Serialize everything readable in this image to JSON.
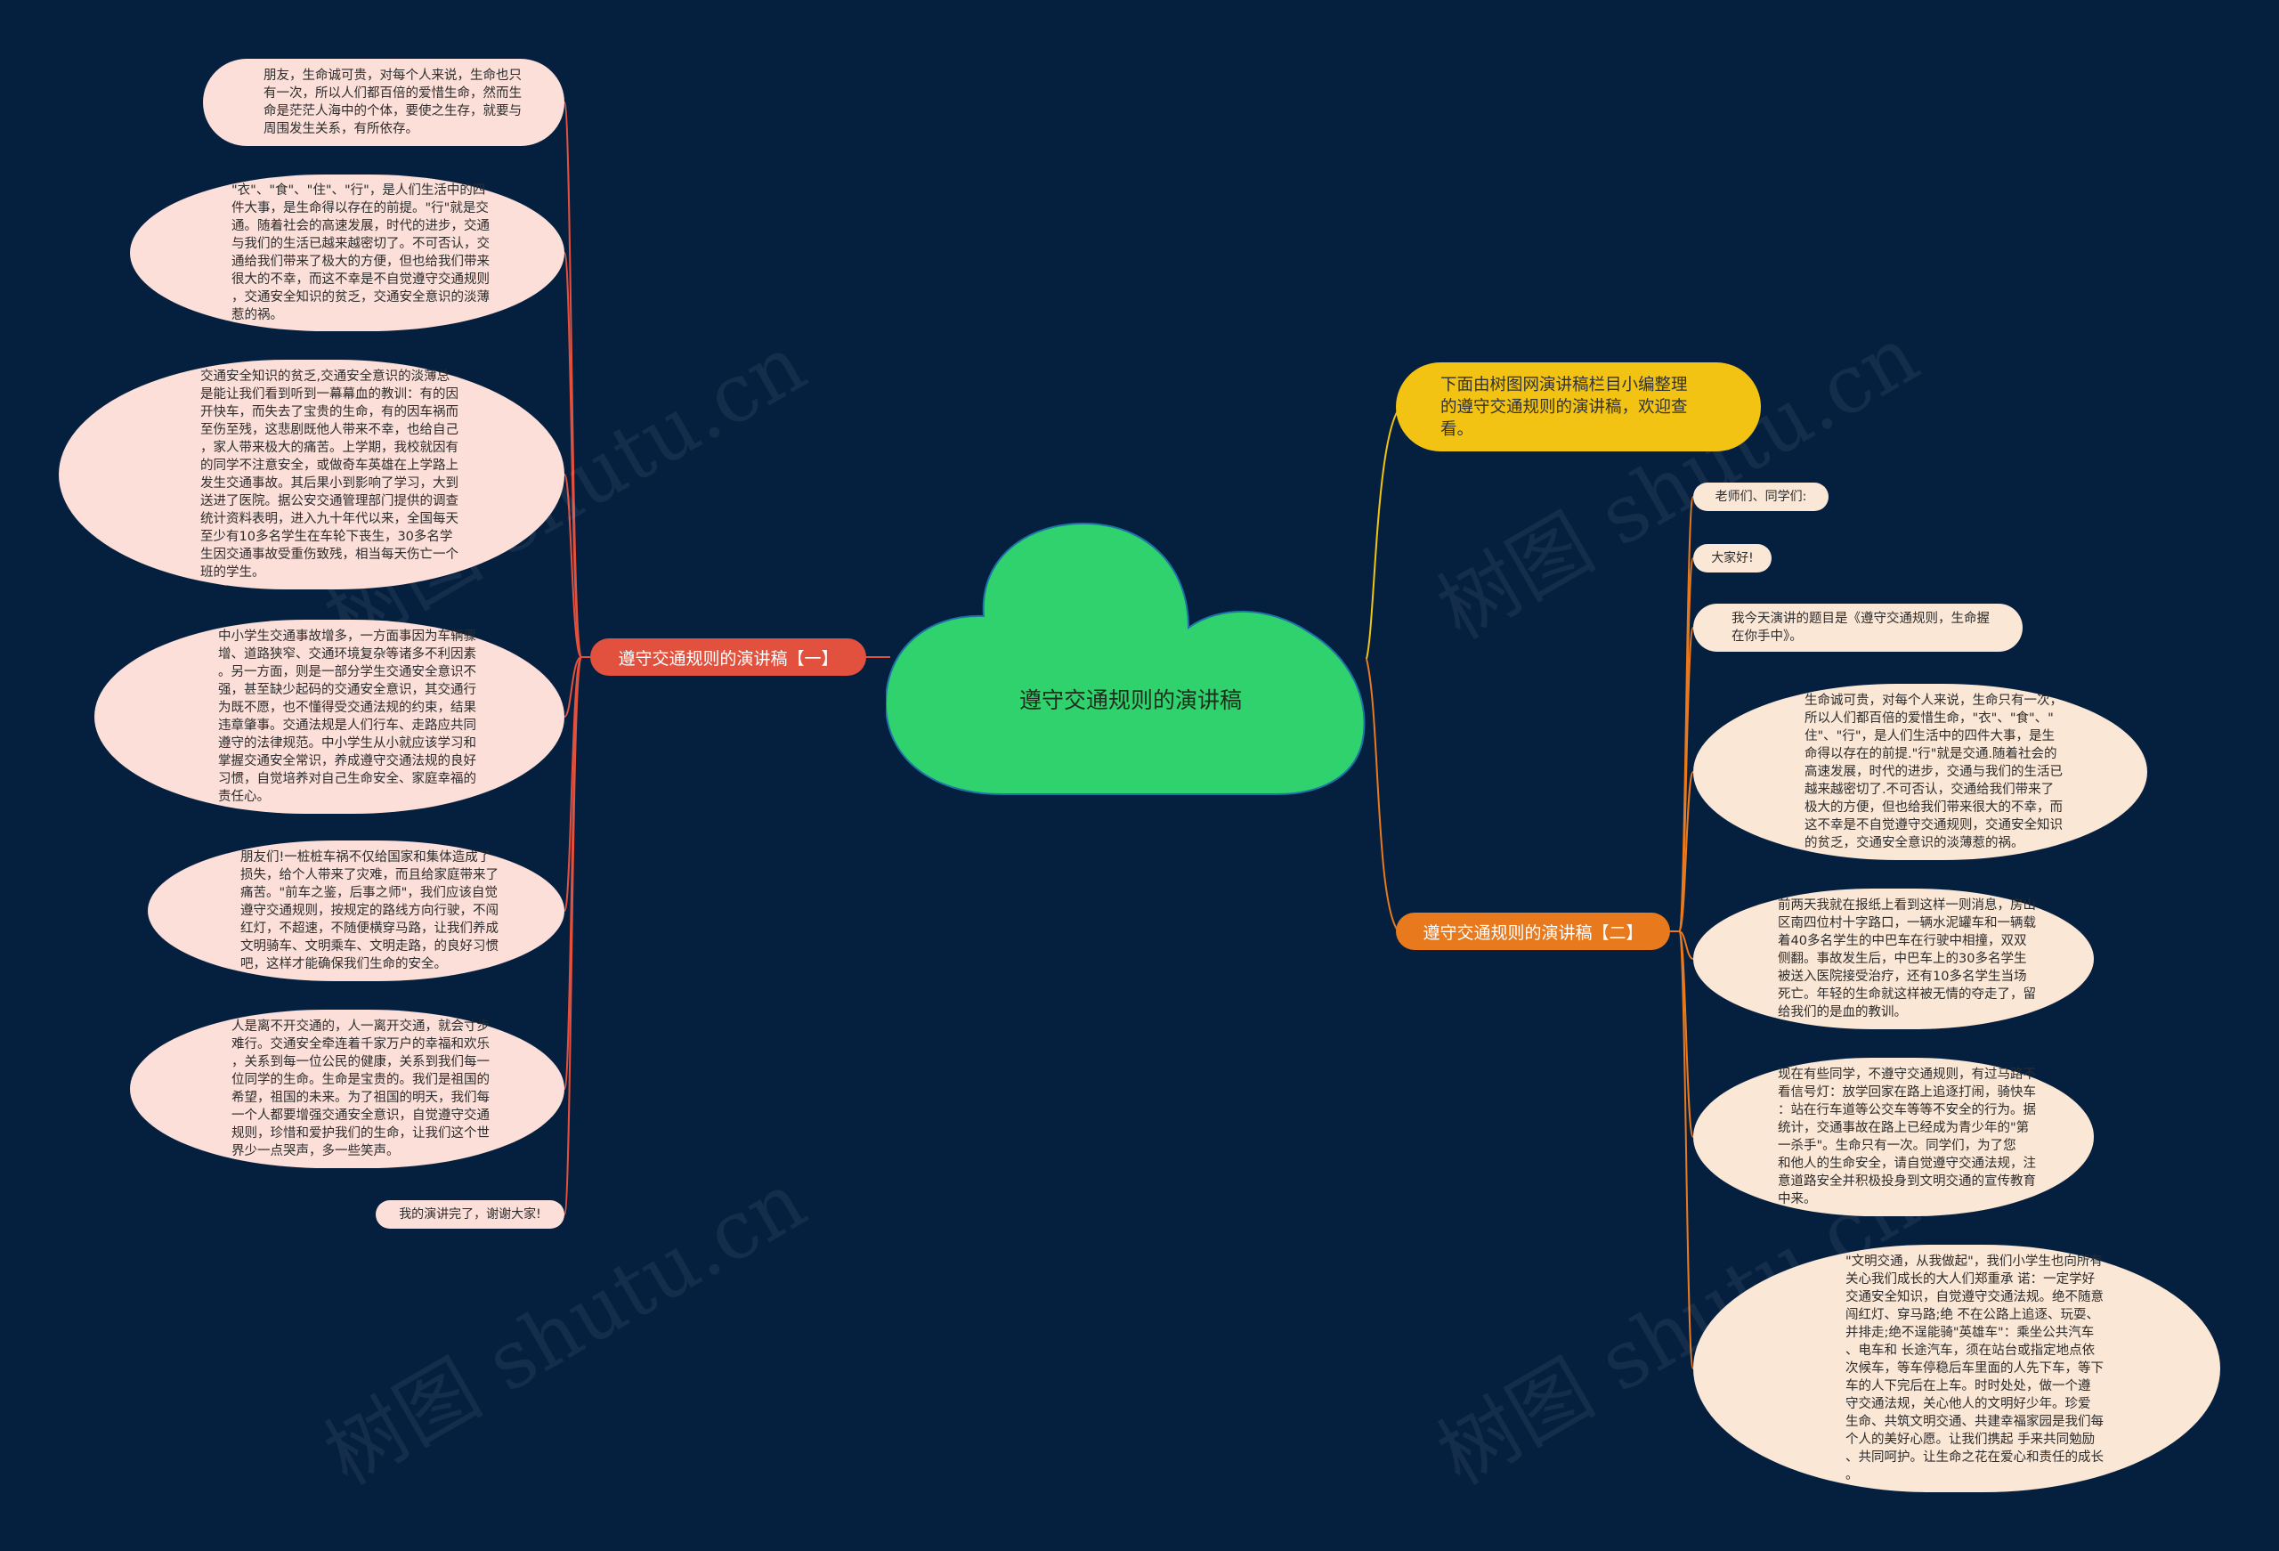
{
  "title": "遵守交通规则的演讲稿",
  "intro": "下面由树图网演讲稿栏目小编整理\n的遵守交通规则的演讲稿，欢迎查\n看。",
  "branch_one": {
    "label": "遵守交通规则的演讲稿【一】",
    "items": [
      "朋友，生命诚可贵，对每个人来说，生命也只\n有一次，所以人们都百倍的爱惜生命，然而生\n命是茫茫人海中的个体，要使之生存，就要与\n周围发生关系，有所依存。",
      "\"衣\"、\"食\"、\"住\"、\"行\"，是人们生活中的四\n件大事，是生命得以存在的前提。\"行\"就是交\n通。随着社会的高速发展，时代的进步，交通\n与我们的生活已越来越密切了。不可否认，交\n通给我们带来了极大的方便，但也给我们带来\n很大的不幸，而这不幸是不自觉遵守交通规则\n，交通安全知识的贫乏，交通安全意识的淡薄\n惹的祸。",
      "交通安全知识的贫乏,交通安全意识的淡薄总\n是能让我们看到听到一幕幕血的教训：有的因\n开快车，而失去了宝贵的生命，有的因车祸而\n至伤至残，这悲剧既他人带来不幸，也给自己\n，家人带来极大的痛苦。上学期，我校就因有\n的同学不注意安全，或做奇车英雄在上学路上\n发生交通事故。其后果小到影响了学习，大到\n送进了医院。据公安交通管理部门提供的调查\n统计资料表明，进入九十年代以来，全国每天\n至少有10多名学生在车轮下丧生，30多名学\n生因交通事故受重伤致残，相当每天伤亡一个\n班的学生。",
      "中小学生交通事故增多，一方面事因为车辆骤\n增、道路狭窄、交通环境复杂等诸多不利因素\n。另一方面，则是一部分学生交通安全意识不\n强，甚至缺少起码的交通安全意识，其交通行\n为既不愿，也不懂得受交通法规的约束，结果\n违章肇事。交通法规是人们行车、走路应共同\n遵守的法律规范。中小学生从小就应该学习和\n掌握交通安全常识，养成遵守交通法规的良好\n习惯，自觉培养对自己生命安全、家庭幸福的\n责任心。",
      "朋友们!一桩桩车祸不仅给国家和集体造成了\n损失，给个人带来了灾难，而且给家庭带来了\n痛苦。\"前车之鉴，后事之师\"，我们应该自觉\n遵守交通规则，按规定的路线方向行驶，不闯\n红灯，不超速，不随便横穿马路，让我们养成\n文明骑车、文明乘车、文明走路，的良好习惯\n吧，这样才能确保我们生命的安全。",
      "人是离不开交通的，人一离开交通，就会寸步\n难行。交通安全牵连着千家万户的幸福和欢乐\n，关系到每一位公民的健康，关系到我们每一\n位同学的生命。生命是宝贵的。我们是祖国的\n希望，祖国的未来。为了祖国的明天，我们每\n一个人都要增强交通安全意识，自觉遵守交通\n规则，珍惜和爱护我们的生命，让我们这个世\n界少一点哭声，多一些笑声。",
      "我的演讲完了，谢谢大家!"
    ]
  },
  "branch_two": {
    "label": "遵守交通规则的演讲稿【二】",
    "items": [
      "老师们、同学们:",
      "大家好!",
      "我今天演讲的题目是《遵守交通规则，生命握\n在你手中》。",
      "生命诚可贵，对每个人来说，生命只有一次，\n所以人们都百倍的爱惜生命，\"衣\"、\"食\"、\"\n住\"、\"行\"，是人们生活中的四件大事，是生\n命得以存在的前提.\"行\"就是交通.随着社会的\n高速发展，时代的进步，交通与我们的生活已\n越来越密切了.不可否认，交通给我们带来了\n极大的方便，但也给我们带来很大的不幸，而\n这不幸是不自觉遵守交通规则，交通安全知识\n的贫乏，交通安全意识的淡薄惹的祸。",
      "前两天我就在报纸上看到这样一则消息，房山\n区南四位村十字路口，一辆水泥罐车和一辆载\n着40多名学生的中巴车在行驶中相撞，双双\n侧翻。事故发生后，中巴车上的30多名学生\n被送入医院接受治疗，还有10多名学生当场\n死亡。年轻的生命就这样被无情的夺走了，留\n给我们的是血的教训。",
      "现在有些同学，不遵守交通规则，有过马路不\n看信号灯：放学回家在路上追逐打闹，骑快车\n：站在行车道等公交车等等不安全的行为。据\n统计，交通事故在路上已经成为青少年的\"第\n一杀手\"。生命只有一次。同学们，为了您\n和他人的生命安全，请自觉遵守交通法规，注\n意道路安全并积极投身到文明交通的宣传教育\n中来。",
      "\"文明交通，从我做起\"，我们小学生也向所有\n关心我们成长的大人们郑重承 诺：一定学好\n交通安全知识，自觉遵守交通法规。绝不随意\n闯红灯、穿马路;绝 不在公路上追逐、玩耍、\n并排走;绝不逞能骑\"英雄车\"：乘坐公共汽车\n、电车和 长途汽车，须在站台或指定地点依\n次候车，等车停稳后车里面的人先下车，等下\n 车的人下完后在上车。时时处处，做一个遵\n守交通法规，关心他人的文明好少年。珍爱\n生命、共筑文明交通、共建幸福家园是我们每\n个人的美好心愿。让我们携起 手来共同勉励\n、共同呵护。让生命之花在爱心和责任的成长\n。"
    ]
  },
  "watermark": "树图 shutu.cn",
  "colors": {
    "background": "#05203f",
    "center": "#2fd26c",
    "branch_one": "#e2513d",
    "branch_two": "#e9791d",
    "intro": "#f2c313"
  }
}
